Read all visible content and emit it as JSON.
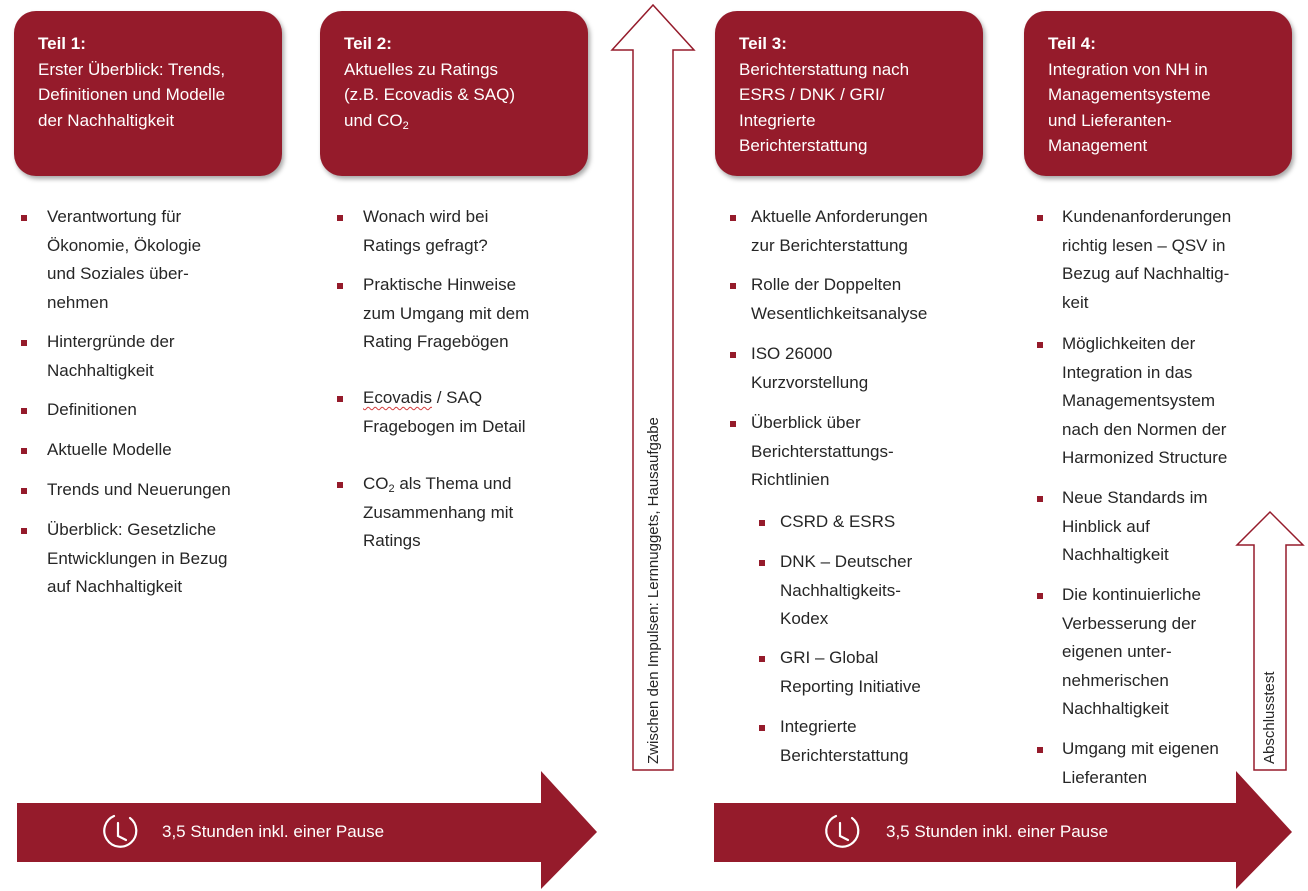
{
  "colors": {
    "accent": "#951b2b",
    "text": "#262626"
  },
  "cards": [
    {
      "part": "Teil 1:",
      "lines": [
        "Erster Überblick: Trends,",
        "Definitionen und Modelle",
        "der Nachhaltigkeit"
      ]
    },
    {
      "part": "Teil 2:",
      "lines": [
        "Aktuelles zu Ratings",
        "(z.B. Ecovadis & SAQ)",
        "und CO",
        "2"
      ]
    },
    {
      "part": "Teil 3:",
      "lines": [
        "Berichterstattung nach",
        "ESRS / DNK / GRI/",
        "Integrierte",
        "Berichterstattung"
      ]
    },
    {
      "part": "Teil 4:",
      "lines": [
        "Integration von NH in",
        "Managementsysteme",
        "und Lieferanten-",
        "Management"
      ]
    }
  ],
  "columns": [
    {
      "items": [
        [
          "Verantwortung für",
          "Ökonomie, Ökologie",
          "und Soziales über-",
          "nehmen"
        ],
        [
          "Hintergründe der",
          "Nachhaltigkeit"
        ],
        [
          "Definitionen"
        ],
        [
          "Aktuelle Modelle"
        ],
        [
          "Trends und Neuerungen"
        ],
        [
          "Überblick: Gesetzliche",
          "Entwicklungen in Bezug",
          "auf Nachhaltigkeit"
        ]
      ]
    },
    {
      "items": [
        [
          "Wonach wird bei",
          "Ratings gefragt?"
        ],
        [
          "Praktische Hinweise",
          "zum Umgang mit dem",
          "Rating Fragebögen"
        ],
        [
          "Ecovadis",
          " / SAQ",
          "Fragebogen im Detail"
        ],
        [
          "CO",
          "2",
          " als Thema und",
          "Zusammenhang mit",
          "Ratings"
        ]
      ]
    },
    {
      "items": [
        [
          "Aktuelle Anforderungen",
          "zur Berichterstattung"
        ],
        [
          "Rolle der Doppelten",
          "Wesentlichkeitsanalyse"
        ],
        [
          "ISO 26000",
          "Kurzvorstellung"
        ],
        [
          "Überblick über",
          "Berichterstattungs-",
          "Richtlinien"
        ]
      ],
      "subitems": [
        [
          "CSRD & ESRS"
        ],
        [
          "DNK – Deutscher",
          "Nachhaltigkeits-",
          "Kodex"
        ],
        [
          "GRI – Global",
          "Reporting Initiative"
        ],
        [
          "Integrierte",
          "Berichterstattung"
        ]
      ]
    },
    {
      "items": [
        [
          "Kundenanforderungen",
          "richtig lesen – QSV in",
          "Bezug auf Nachhaltig-",
          "keit"
        ],
        [
          "Möglichkeiten der",
          "Integration in das",
          "Managementsystem",
          "nach den Normen der",
          "Harmonized Structure"
        ],
        [
          "Neue Standards im",
          "Hinblick auf",
          "Nachhaltigkeit"
        ],
        [
          "Die kontinuierliche",
          "Verbesserung der",
          "eigenen unter-",
          "nehmerischen",
          "Nachhaltigkeit"
        ],
        [
          "Umgang mit eigenen",
          "Lieferanten"
        ]
      ]
    }
  ],
  "vertical_arrows": {
    "middle": "Zwischen den Impulsen: Lernnuggets, Hausaufgabe",
    "right": "Abschlusstest"
  },
  "duration_bars": [
    {
      "icon": "clock-icon",
      "text": "3,5 Stunden inkl. einer Pause"
    },
    {
      "icon": "clock-icon",
      "text": "3,5 Stunden inkl. einer Pause"
    }
  ]
}
